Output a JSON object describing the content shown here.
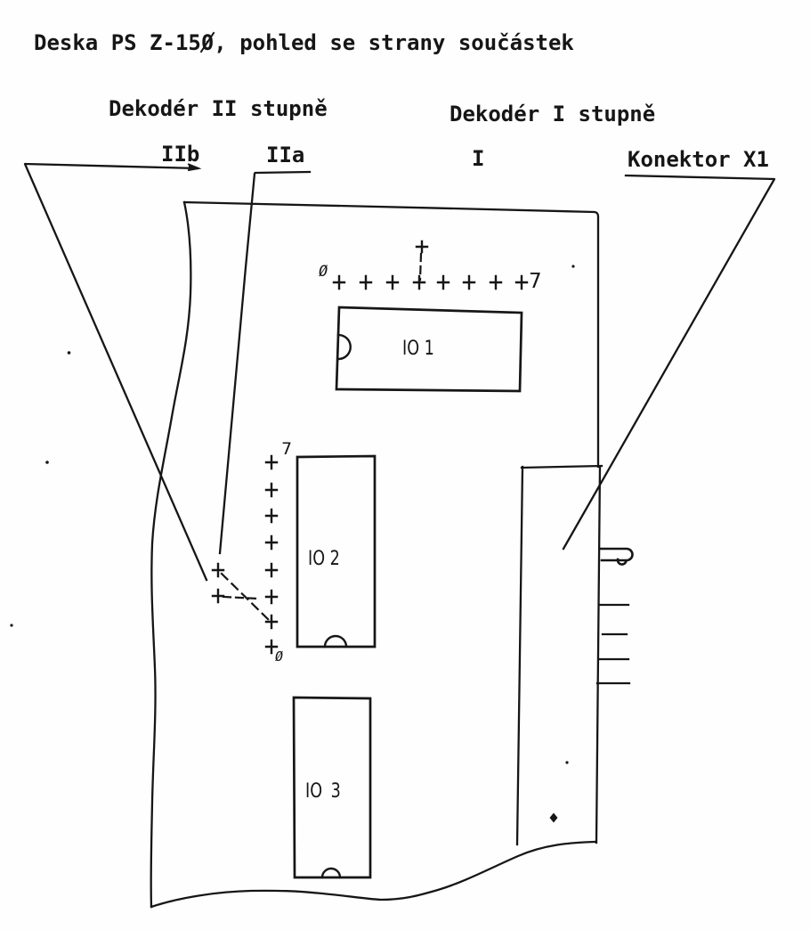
{
  "document_type": "scanned technical drawing",
  "colors": {
    "ink": "#161616",
    "paper": "#fefefe"
  },
  "title": "Deska PS Z-150, pohled se strany součástek",
  "labels": {
    "decoder_stage2": "Dekodér II stupně",
    "decoder_stage1": "Dekodér I stupně",
    "iib": "IIb",
    "iia": "IIa",
    "i": "I",
    "connector": "Konektor X1"
  },
  "components": {
    "io1": "IO 1",
    "io2": "IO 2",
    "io3": "IO 3"
  },
  "pin_markers": {
    "row_zero": "Ø",
    "row_seven": "7",
    "column_seven": "7",
    "column_zero": "Ø"
  }
}
